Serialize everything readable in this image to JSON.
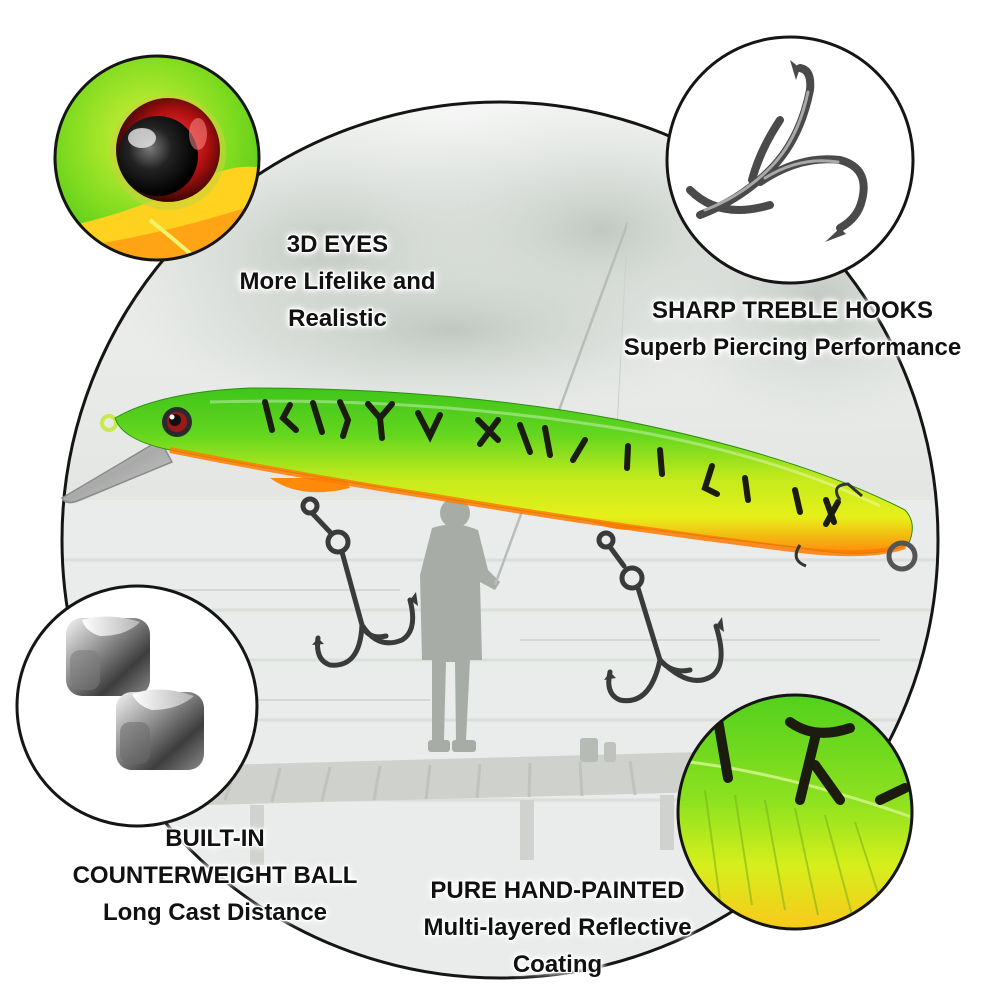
{
  "callouts": {
    "eyes": {
      "title": "3D EYES",
      "line1": "More Lifelike and",
      "line2": "Realistic"
    },
    "hooks": {
      "title": "SHARP TREBLE HOOKS",
      "line1": "Superb Piercing Performance"
    },
    "ball": {
      "title": "BUILT-IN",
      "line1": "COUNTERWEIGHT BALL",
      "line2": "Long Cast Distance"
    },
    "paint": {
      "title": "PURE HAND-PAINTED",
      "line1": "Multi-layered Reflective",
      "line2": "Coating"
    }
  },
  "colors": {
    "lure_green": "#55d21e",
    "lure_yellow": "#dcef1a",
    "lure_orange": "#ff8a0a",
    "stripe": "#1b1b10",
    "background_fog": "#eef0ee",
    "circle_outline": "#151515",
    "text": "#111111"
  }
}
